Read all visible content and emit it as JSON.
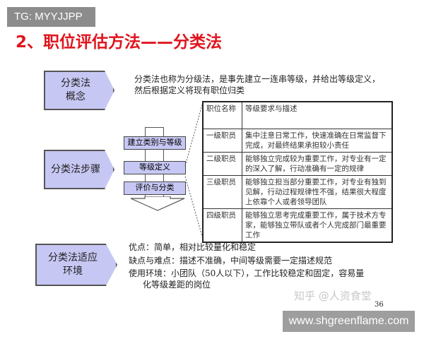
{
  "watermark_tag": "TG: MYYJJPP",
  "title": "2、职位评估方法——分类法",
  "concept": {
    "label_1": "分类法",
    "label_2": "概念",
    "desc_1": "分类法也称为分级法，是事先建立一连串等级，并给出等级定义，",
    "desc_2": "然后根据定义将现有职位归类"
  },
  "steps": {
    "label": "分类法步骤",
    "items": [
      "建立类别与等级",
      "等级定义",
      "评价与分类"
    ]
  },
  "table": {
    "headers": [
      "职位名称",
      "等级要求与描述"
    ],
    "rows": [
      [
        "一级职员",
        "集中注意日常工作，快速准确在日常监督下完成，对最终结果承担较小责任"
      ],
      [
        "二级职员",
        "能够独立完成较为重要工作，对专业有一定 的深入了解，行动准确有一定的规律"
      ],
      [
        "三级职员",
        "能够独立担当部分重要工作，对专业有独到见解，行动过程规律性不强，结果很大程度上依靠个人或者领导团队"
      ],
      [
        "四级职员",
        "能够独立思考完成重要工作，属于技术方专家，能够独立带队或者个人完成部门最重要工作"
      ]
    ]
  },
  "env": {
    "label_1": "分类法适应",
    "label_2": "环境",
    "pros": "优点：简单，相对比较量化和稳定",
    "cons": "缺点与难点：描述不准确，中间等级需要一定描述规范",
    "usage_1": "使用环境：小团队（50人以下），工作比较稳定和固定，容易量",
    "usage_2": "化等级差距的岗位"
  },
  "zhihu_watermark": "知乎 @人资食堂",
  "page_number": "36",
  "site_banner": "www.shgreenflame.com"
}
